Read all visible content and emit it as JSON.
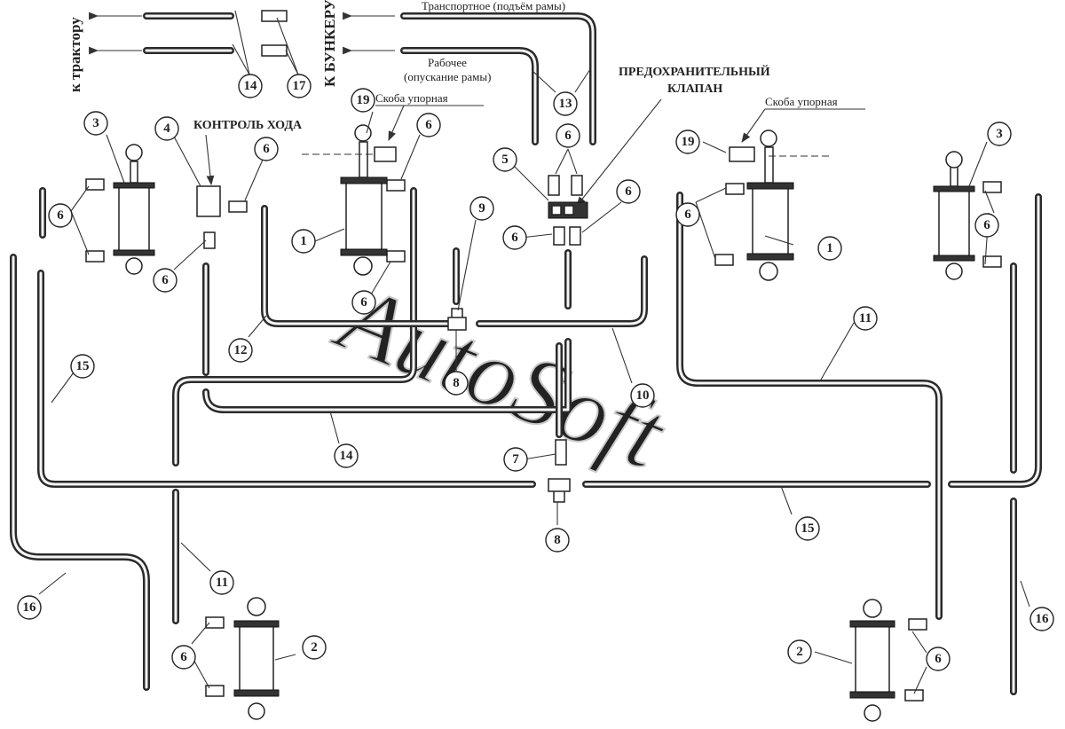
{
  "labels": {
    "to_tractor": "к трактору",
    "to_hopper": "К БУНКЕРУ",
    "transport": "Транспортное  (подъём рамы)",
    "working_line1": "Рабочее",
    "working_line2": "(опускание рамы)",
    "safety_line1": "ПРЕДОХРАНИТЕЛЬНЫЙ",
    "safety_line2": "КЛАПАН",
    "stroke_control": "КОНТРОЛЬ ХОДА",
    "stop_bracket_left": "Скоба упорная",
    "stop_bracket_right": "Скоба упорная",
    "watermark": "AutoSoft"
  },
  "callouts": [
    "1",
    "1",
    "2",
    "2",
    "3",
    "3",
    "4",
    "5",
    "6",
    "6",
    "6",
    "6",
    "6",
    "6",
    "6",
    "6",
    "6",
    "6",
    "6",
    "6",
    "7",
    "8",
    "8",
    "9",
    "10",
    "11",
    "11",
    "12",
    "13",
    "14",
    "14",
    "15",
    "15",
    "16",
    "16",
    "17",
    "19",
    "19"
  ],
  "colors": {
    "line": "#2a2a2a",
    "paper": "#ffffff",
    "watermark": "#c9c9c9"
  }
}
